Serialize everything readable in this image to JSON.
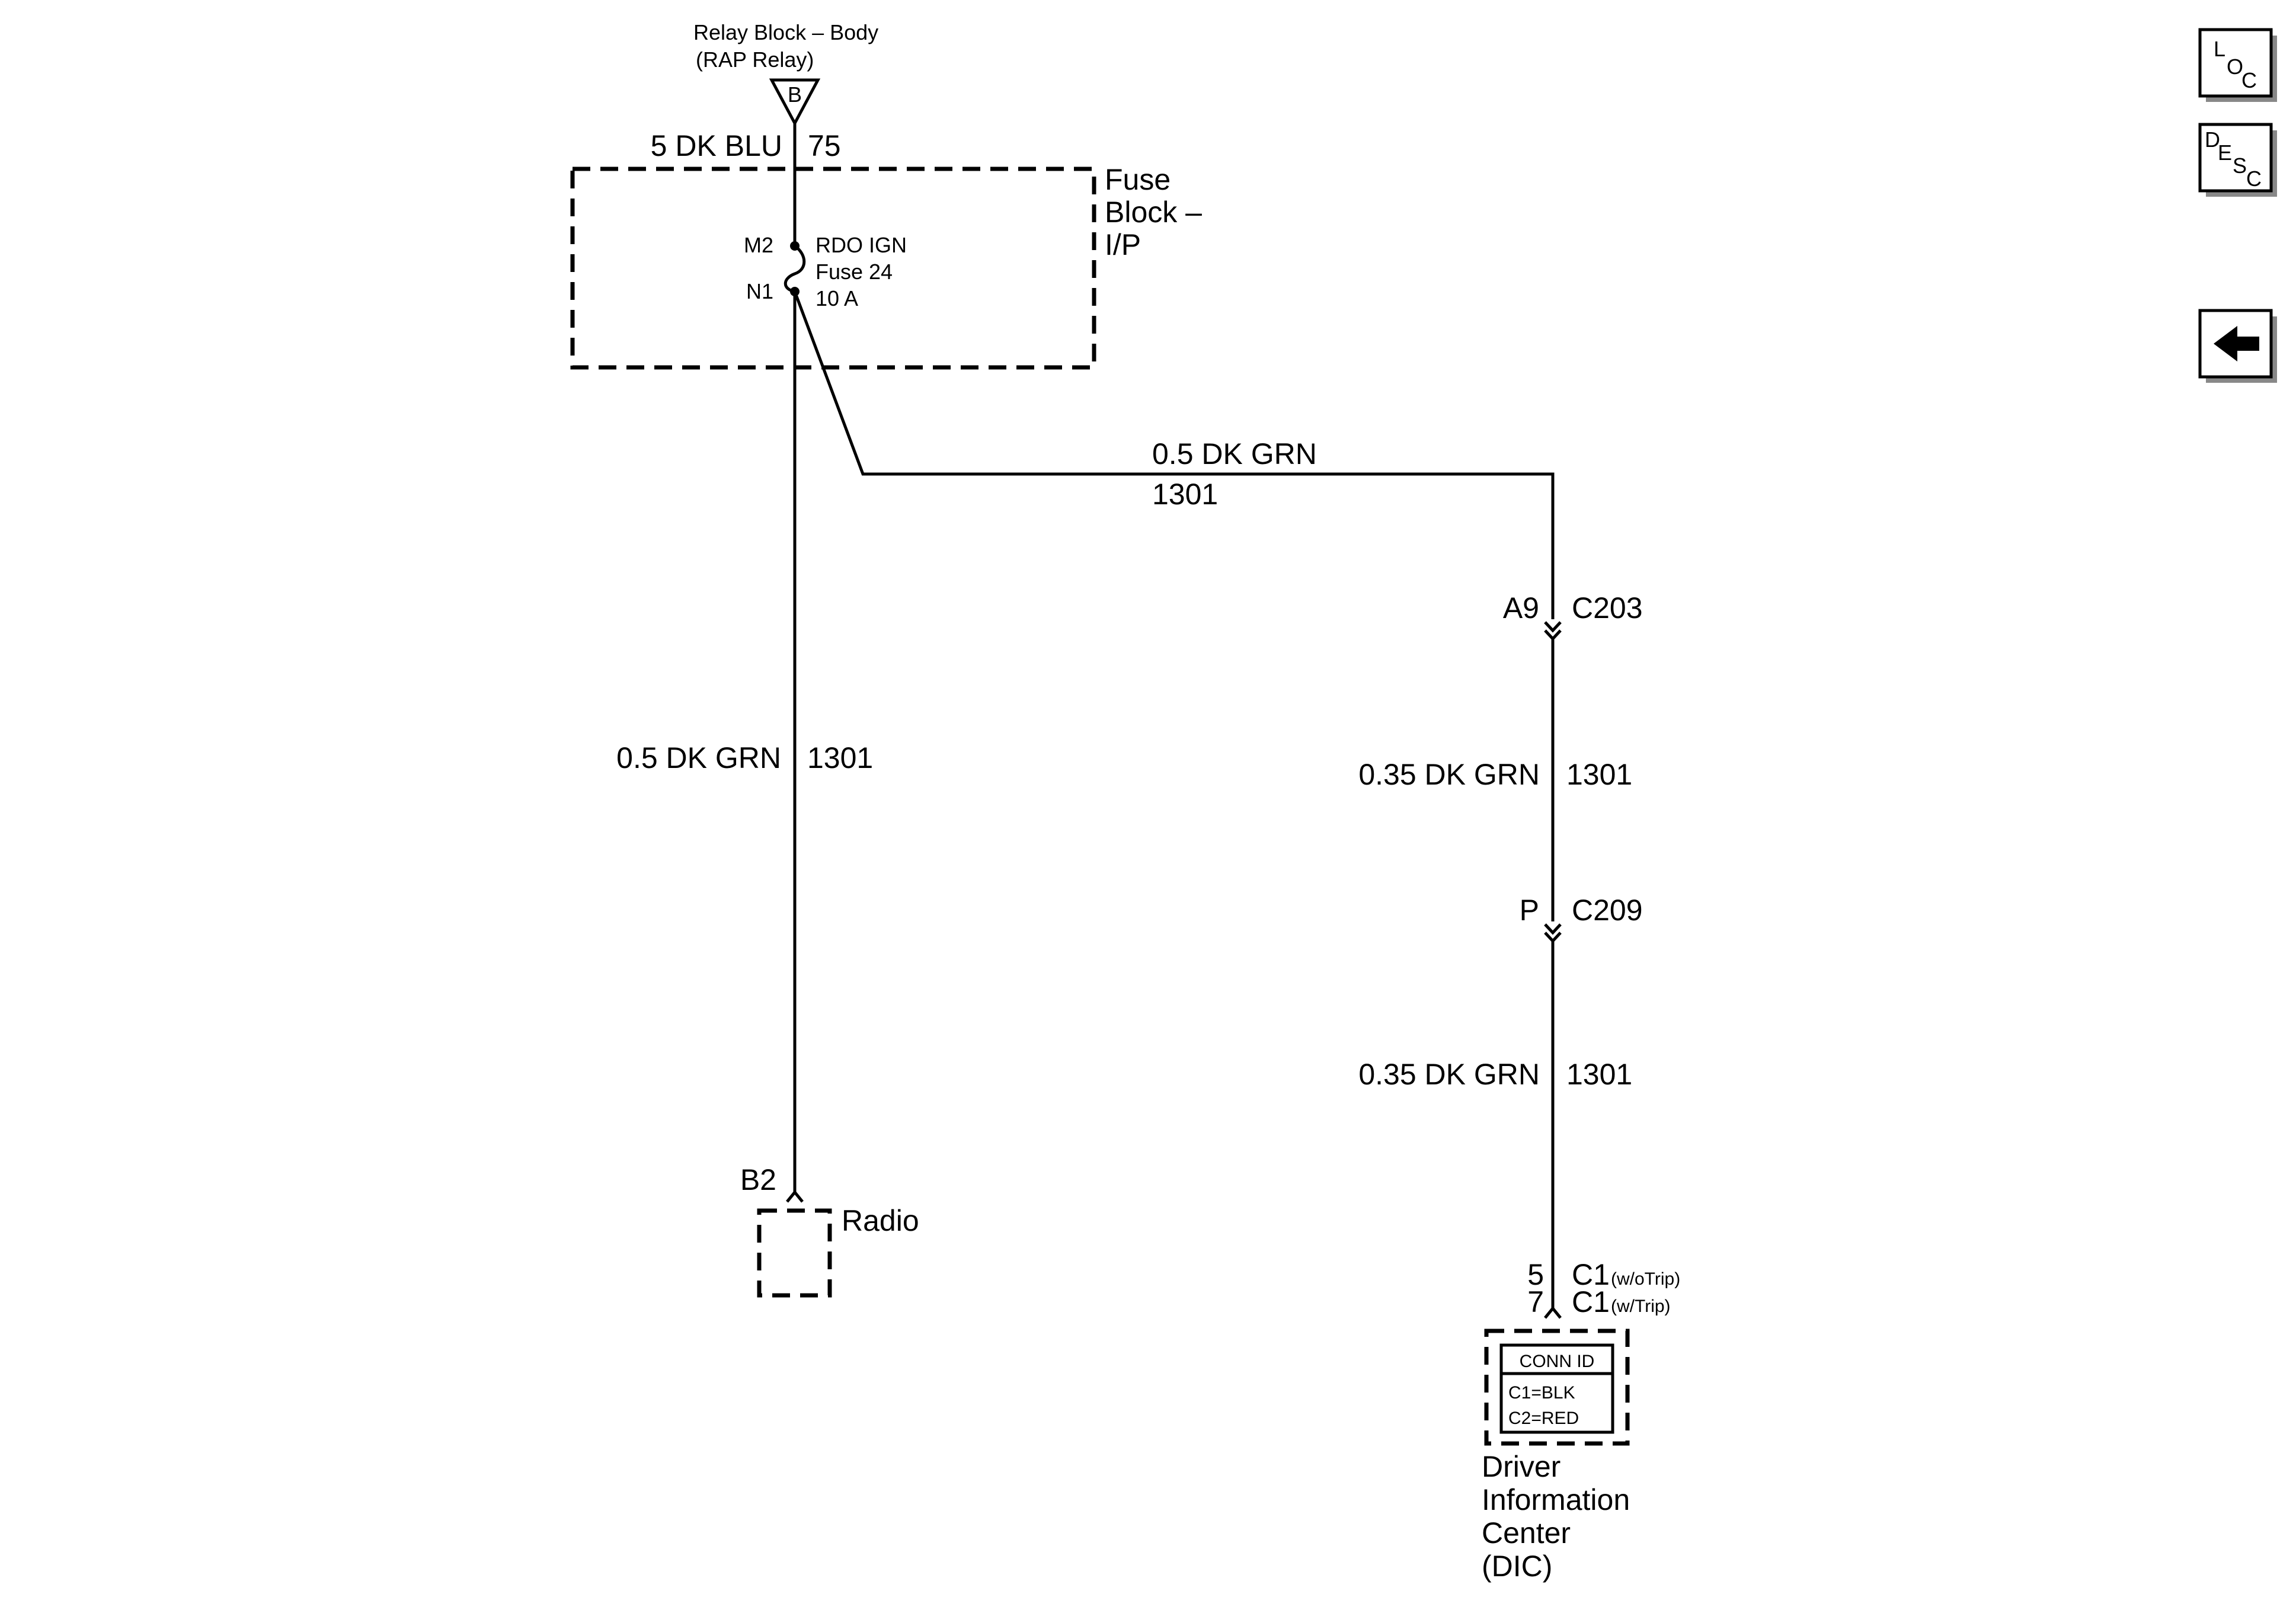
{
  "relay": {
    "line1": "Relay Block – Body",
    "line2": "(RAP Relay)",
    "pin": "B",
    "wire_label": "5 DK BLU",
    "circuit": "75"
  },
  "fuse_block": {
    "line1": "Fuse",
    "line2": "Block –",
    "line3": "I/P",
    "pin_in": "M2",
    "pin_out": "N1",
    "fuse_name": "RDO IGN",
    "fuse_id": "Fuse 24",
    "fuse_rating": "10 A"
  },
  "branch_wire": {
    "label": "0.5 DK GRN",
    "circuit": "1301"
  },
  "radio_wire": {
    "label": "0.5 DK GRN",
    "circuit": "1301"
  },
  "radio": {
    "pin": "B2",
    "label": "Radio"
  },
  "c203": {
    "pin": "A9",
    "name": "C203"
  },
  "wire_c203_c209": {
    "label": "0.35 DK GRN",
    "circuit": "1301"
  },
  "c209": {
    "pin": "P",
    "name": "C209"
  },
  "wire_c209_dic": {
    "label": "0.35 DK GRN",
    "circuit": "1301"
  },
  "dic": {
    "pin1": "5",
    "conn1": "C1",
    "note1": "(w/oTrip)",
    "pin2": "7",
    "conn2": "C1",
    "note2": "(w/Trip)",
    "conn_id_title": "CONN ID",
    "conn_id_1": "C1=BLK",
    "conn_id_2": "C2=RED",
    "line1": "Driver",
    "line2": "Information",
    "line3": "Center",
    "line4": "(DIC)"
  },
  "nav": {
    "loc": {
      "l": "L",
      "o": "O",
      "c": "C"
    },
    "desc": {
      "d": "D",
      "e": "E",
      "s": "S",
      "c": "C"
    },
    "back_icon": "left-arrow-icon"
  }
}
